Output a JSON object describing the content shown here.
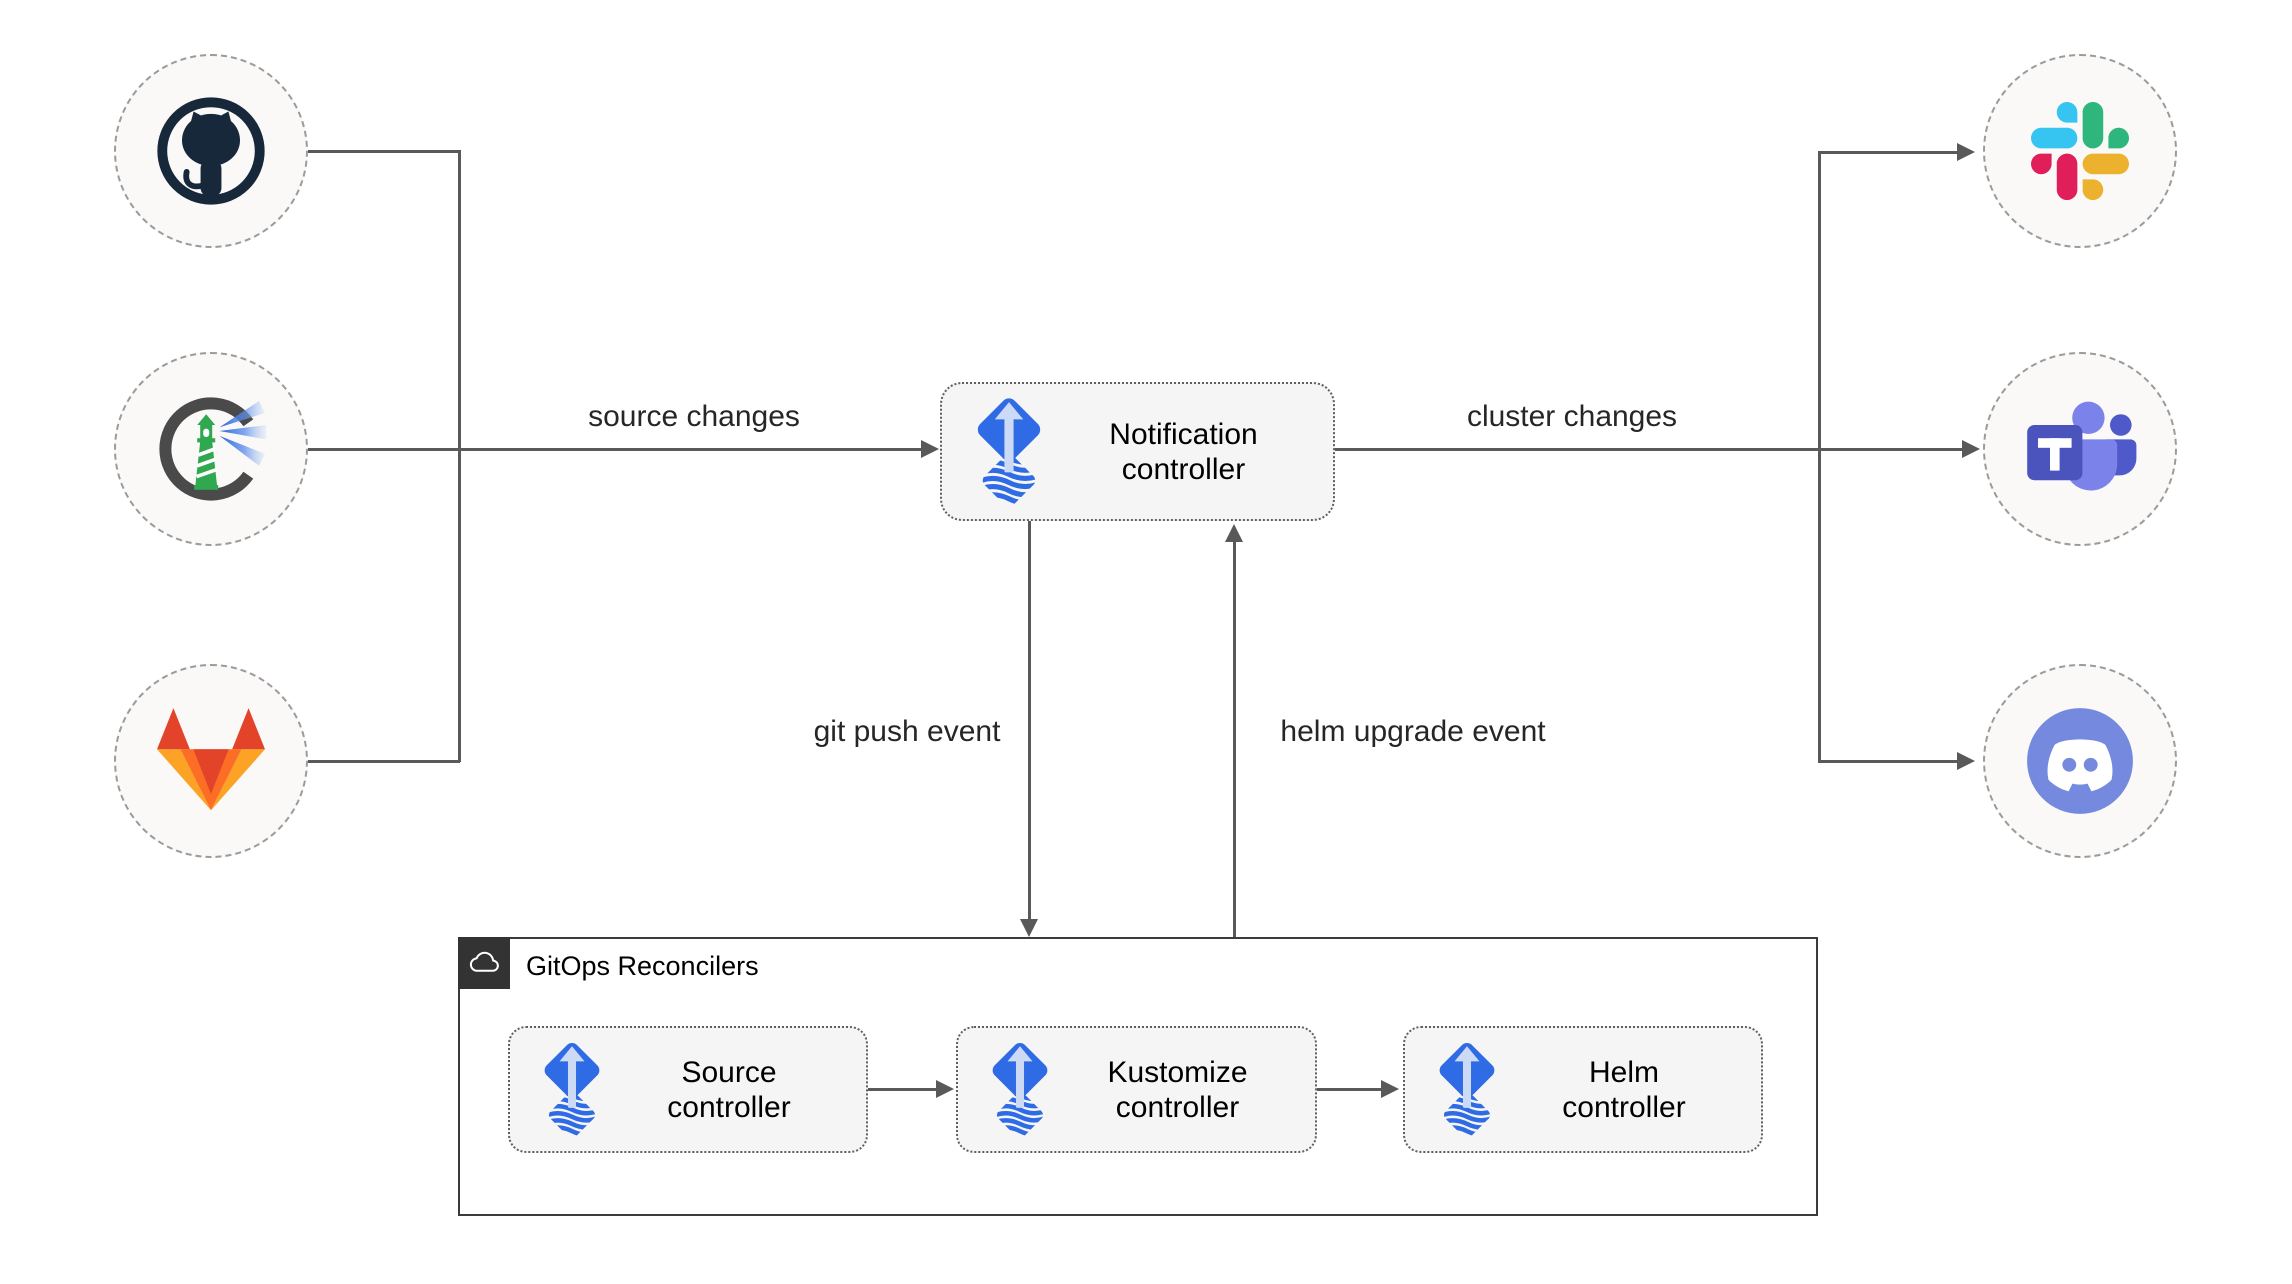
{
  "diagram": {
    "nodes": {
      "notification_controller": "Notification\ncontroller",
      "source_controller": "Source\ncontroller",
      "kustomize_controller": "Kustomize\ncontroller",
      "helm_controller": "Helm\ncontroller",
      "gitops_reconcilers": "GitOps Reconcilers"
    },
    "edge_labels": {
      "source_changes": "source changes",
      "cluster_changes": "cluster changes",
      "git_push_event": "git push event",
      "helm_upgrade_event": "helm upgrade event"
    },
    "sources": [
      {
        "icon": "github-icon"
      },
      {
        "icon": "harbor-icon"
      },
      {
        "icon": "gitlab-icon"
      }
    ],
    "targets": [
      {
        "icon": "slack-icon"
      },
      {
        "icon": "microsoft-teams-icon"
      },
      {
        "icon": "discord-icon"
      }
    ],
    "colors": {
      "flux_blue": "#2f6be4",
      "flux_arrow_light": "#ccdaf5",
      "connector_gray": "#595959",
      "node_fill": "#f5f5f5",
      "node_border_dotted": "#5f5f5f",
      "container_border": "#3b3b3b",
      "badge_bg": "#333333",
      "circle_fill": "#faf9f7",
      "circle_border": "#9b9b9b",
      "github_dark": "#16283a",
      "harbor_ring": "#4a4a4a",
      "harbor_green": "#2fa84f",
      "gitlab_red": "#e24329",
      "gitlab_orange": "#fc6d26",
      "gitlab_yellow": "#fca326",
      "slack_blue": "#36c5f0",
      "slack_green": "#2eb67d",
      "slack_red": "#e01e5a",
      "slack_yellow": "#ecb22e",
      "teams_dark": "#4b53bc",
      "teams_mid": "#5059c9",
      "teams_light": "#7b83eb",
      "discord_blurple": "#7589de"
    }
  }
}
